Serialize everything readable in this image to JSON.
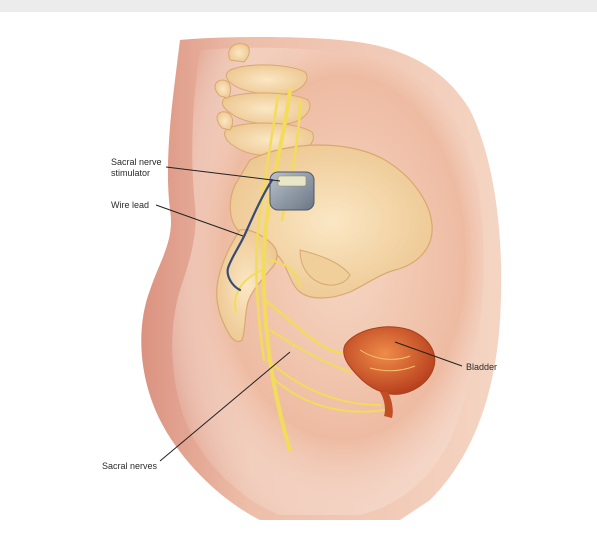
{
  "labels": {
    "stimulator_line1": "Sacral nerve",
    "stimulator_line2": "stimulator",
    "wire_lead": "Wire lead",
    "bladder": "Bladder",
    "sacral_nerves": "Sacral nerves"
  },
  "colors": {
    "skin": "#f2c7b0",
    "skin_dark": "#d98f7a",
    "bone": "#f5d9a8",
    "bone_outline": "#d9a870",
    "nerve": "#f2dc5a",
    "nerve_outline": "#c9a82a",
    "bladder": "#d9622e",
    "device": "#8e98a6",
    "wire": "#3a4b73",
    "leader_line": "#222222"
  }
}
